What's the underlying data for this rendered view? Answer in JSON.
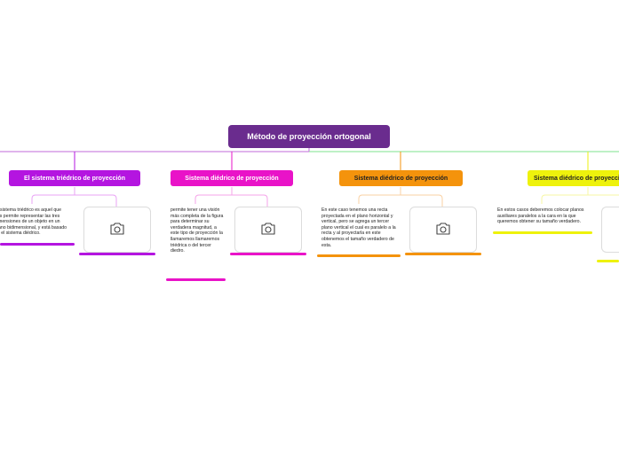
{
  "root": {
    "label": "Método de proyección ortogonal",
    "color": "#6a2c8e"
  },
  "branches": [
    {
      "label": "El sistema triédrico de proyección",
      "color": "#b415e0",
      "text_color": "#ffffff",
      "note": "El sistema triédrico es aquel que nos permite representar las tres dimensiones de un objeto en un plano bidimensional, y está basado en el sistema diédrico.",
      "icon": "camera-icon"
    },
    {
      "label": "Sistema diédrico de proyección",
      "color": "#e913c8",
      "text_color": "#ffffff",
      "note": "permite tener una visión más completa de la figura para determinar su verdadera magnitud, a este tipo de proyección la llamaremos llamaremos triédrica o del tercer diedro.",
      "icon": "camera-icon"
    },
    {
      "label": "Sistema diédrico de proyección",
      "color": "#f4930c",
      "text_color": "#222222",
      "note": "En este caso tenemos una recta proyectada en el plano horizontal y vertical, pero se agrega un tercer plano vertical el cual es paralelo a la recta y al proyectarla en este obtenemos el tamaño verdadero de esta.",
      "icon": "camera-icon"
    },
    {
      "label": "Sistema diédrico de proyección",
      "color": "#eef20c",
      "text_color": "#222222",
      "note": "En estos casos deberemos colocar planos auxiliares paralelos a la cara en la que queremos obtener su tamaño verdadero.",
      "icon": "camera-icon"
    }
  ]
}
